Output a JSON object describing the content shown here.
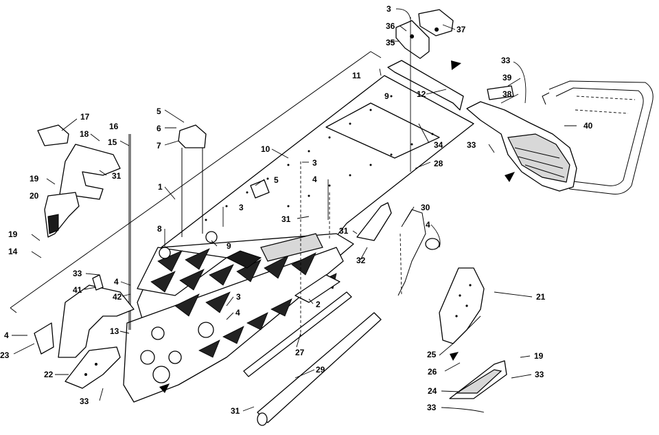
{
  "diagram": {
    "callouts": [
      {
        "id": "c3a",
        "label": "3"
      },
      {
        "id": "c36",
        "label": "36"
      },
      {
        "id": "c37",
        "label": "37"
      },
      {
        "id": "c35",
        "label": "35"
      },
      {
        "id": "c33a",
        "label": "33"
      },
      {
        "id": "c11",
        "label": "11"
      },
      {
        "id": "c12",
        "label": "12"
      },
      {
        "id": "c9a",
        "label": "9"
      },
      {
        "id": "c39",
        "label": "39"
      },
      {
        "id": "c38",
        "label": "38"
      },
      {
        "id": "c40",
        "label": "40"
      },
      {
        "id": "c33b",
        "label": "33"
      },
      {
        "id": "c34",
        "label": "34"
      },
      {
        "id": "c28",
        "label": "28"
      },
      {
        "id": "c5a",
        "label": "5"
      },
      {
        "id": "c6",
        "label": "6"
      },
      {
        "id": "c7",
        "label": "7"
      },
      {
        "id": "c17",
        "label": "17"
      },
      {
        "id": "c18",
        "label": "18"
      },
      {
        "id": "c16",
        "label": "16"
      },
      {
        "id": "c15",
        "label": "15"
      },
      {
        "id": "c10",
        "label": "10"
      },
      {
        "id": "c3b",
        "label": "3"
      },
      {
        "id": "c4a",
        "label": "4"
      },
      {
        "id": "c5b",
        "label": "5"
      },
      {
        "id": "c31a",
        "label": "31"
      },
      {
        "id": "c19a",
        "label": "19"
      },
      {
        "id": "c1",
        "label": "1"
      },
      {
        "id": "c20",
        "label": "20"
      },
      {
        "id": "c3c",
        "label": "3"
      },
      {
        "id": "c31b",
        "label": "31"
      },
      {
        "id": "c30",
        "label": "30"
      },
      {
        "id": "c8",
        "label": "8"
      },
      {
        "id": "c9b",
        "label": "9"
      },
      {
        "id": "c31c",
        "label": "31"
      },
      {
        "id": "c4b",
        "label": "4"
      },
      {
        "id": "c19b",
        "label": "19"
      },
      {
        "id": "c14",
        "label": "14"
      },
      {
        "id": "c32",
        "label": "32"
      },
      {
        "id": "c33c",
        "label": "33"
      },
      {
        "id": "c4c",
        "label": "4"
      },
      {
        "id": "c41",
        "label": "41"
      },
      {
        "id": "c42",
        "label": "42"
      },
      {
        "id": "c3d",
        "label": "3"
      },
      {
        "id": "c21",
        "label": "21"
      },
      {
        "id": "c2",
        "label": "2"
      },
      {
        "id": "c4d",
        "label": "4"
      },
      {
        "id": "c13",
        "label": "13"
      },
      {
        "id": "c4e",
        "label": "4"
      },
      {
        "id": "c23",
        "label": "23"
      },
      {
        "id": "c27",
        "label": "27"
      },
      {
        "id": "c25",
        "label": "25"
      },
      {
        "id": "c19c",
        "label": "19"
      },
      {
        "id": "c26",
        "label": "26"
      },
      {
        "id": "c22",
        "label": "22"
      },
      {
        "id": "c29",
        "label": "29"
      },
      {
        "id": "c33d",
        "label": "33"
      },
      {
        "id": "c24",
        "label": "24"
      },
      {
        "id": "c33e",
        "label": "33"
      },
      {
        "id": "c31d",
        "label": "31"
      },
      {
        "id": "c33f",
        "label": "33"
      }
    ]
  }
}
